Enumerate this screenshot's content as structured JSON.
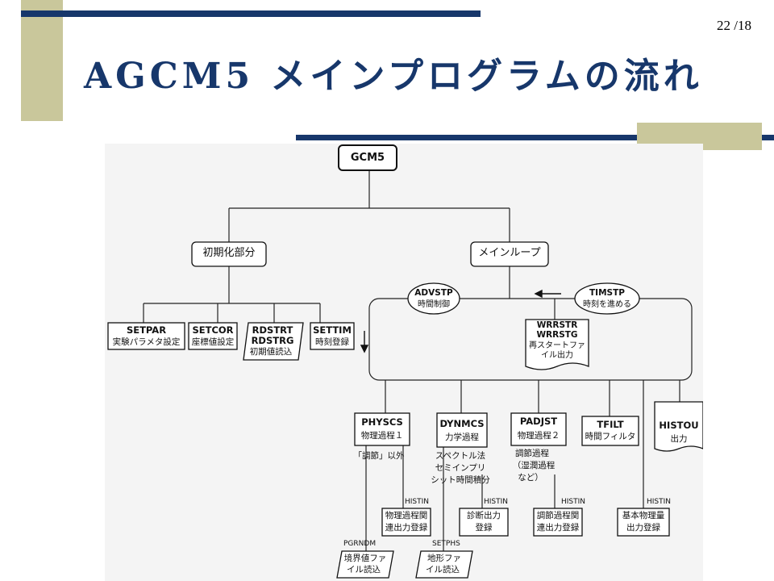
{
  "slide": {
    "page_number": "22 /18",
    "title": "AGCM5 メインプログラムの流れ"
  },
  "diagram": {
    "root": "GCM5",
    "init_section": "初期化部分",
    "main_loop": "メインループ",
    "init_steps": [
      {
        "code": "SETPAR",
        "desc": "実験パラメタ設定"
      },
      {
        "code": "SETCOR",
        "desc": "座標値設定"
      },
      {
        "code": "RDSTRT",
        "code2": "RDSTRG",
        "desc": "初期値読込"
      },
      {
        "code": "SETTIM",
        "desc": "時刻登録"
      }
    ],
    "advstp": {
      "code": "ADVSTP",
      "desc": "時間制御"
    },
    "timstp": {
      "code": "TIMSTP",
      "desc": "時刻を進める"
    },
    "wrrstr": {
      "code": "WRRSTR",
      "code2": "WRRSTG",
      "desc": "再スタートファ",
      "desc2": "イル出力"
    },
    "loop_steps": [
      {
        "code": "PHYSCS",
        "desc": "物理過程１"
      },
      {
        "code": "DYNMCS",
        "desc": "力学過程"
      },
      {
        "code": "PADJST",
        "desc": "物理過程２"
      },
      {
        "code": "TFILT",
        "desc": "時間フィルタ"
      },
      {
        "code": "HISTOU",
        "desc": "出力"
      }
    ],
    "notes": {
      "physcs": "「調節」以外",
      "dynmcs": [
        "スペクトル法",
        "セミインプリ",
        "シット時間積分"
      ],
      "padjst": [
        "調節過程",
        "（湿潤過程",
        "など）"
      ]
    },
    "histin_label": "HISTIN",
    "histin_boxes": [
      [
        "物理過程関",
        "連出力登録"
      ],
      [
        "診断出力",
        "登録"
      ],
      [
        "調節過程関",
        "連出力登録"
      ],
      [
        "基本物理量",
        "出力登録"
      ]
    ],
    "pgrndm": {
      "code": "PGRNDM",
      "desc": [
        "境界値ファ",
        "イル読込"
      ]
    },
    "setphs": {
      "code": "SETPHS",
      "desc": [
        "地形ファ",
        "イル読込"
      ]
    }
  }
}
